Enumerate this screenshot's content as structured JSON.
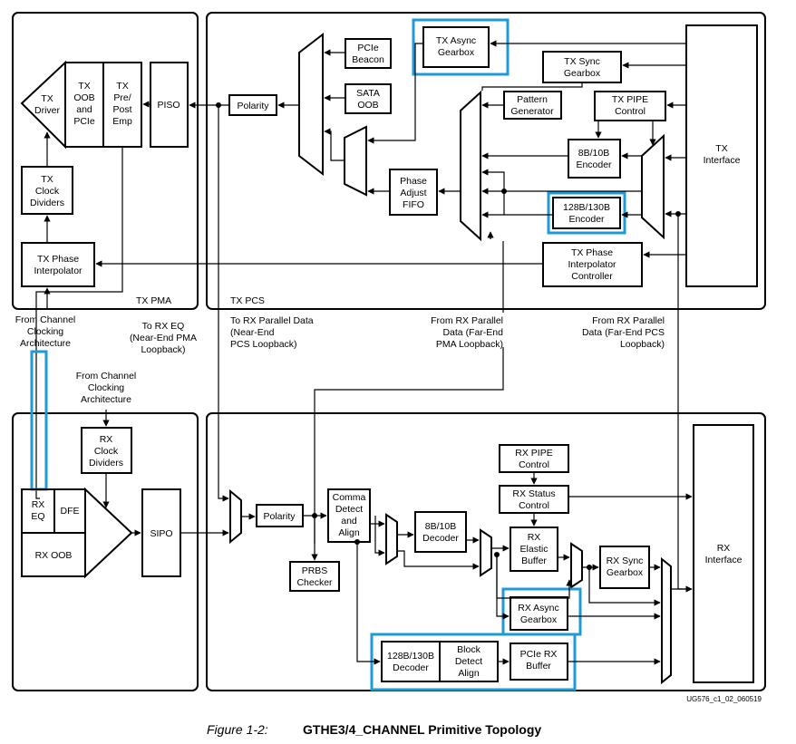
{
  "caption": {
    "figure_label": "Figure 1-2:",
    "title": "GTHE3/4_CHANNEL Primitive Topology"
  },
  "doc_id": "UG576_c1_02_060519",
  "regions": {
    "tx_pma": "TX PMA",
    "tx_pcs": "TX PCS"
  },
  "blocks": {
    "tx_driver": [
      "TX",
      "Driver"
    ],
    "tx_oob_pcie": [
      "TX",
      "OOB",
      "and",
      "PCIe"
    ],
    "tx_pre_post_emp": [
      "TX",
      "Pre/",
      "Post",
      "Emp"
    ],
    "piso": [
      "PISO"
    ],
    "tx_clock_dividers": [
      "TX",
      "Clock",
      "Dividers"
    ],
    "tx_phase_interpolator": [
      "TX Phase",
      "Interpolator"
    ],
    "polarity_tx": [
      "Polarity"
    ],
    "pcie_beacon": [
      "PCIe",
      "Beacon"
    ],
    "sata_oob": [
      "SATA",
      "OOB"
    ],
    "tx_async_gearbox": [
      "TX Async",
      "Gearbox"
    ],
    "tx_sync_gearbox": [
      "TX Sync",
      "Gearbox"
    ],
    "pattern_generator": [
      "Pattern",
      "Generator"
    ],
    "tx_pipe_control": [
      "TX PIPE",
      "Control"
    ],
    "encoder_8b10b": [
      "8B/10B",
      "Encoder"
    ],
    "phase_adjust_fifo": [
      "Phase",
      "Adjust",
      "FIFO"
    ],
    "encoder_128b130b": [
      "128B/130B",
      "Encoder"
    ],
    "tx_phase_interp_controller": [
      "TX Phase",
      "Interpolator",
      "Controller"
    ],
    "tx_interface": [
      "TX",
      "Interface"
    ],
    "rx_clock_dividers": [
      "RX",
      "Clock",
      "Dividers"
    ],
    "rx_eq": [
      "RX",
      "EQ"
    ],
    "dfe": [
      "DFE"
    ],
    "rx_oob": [
      "RX OOB"
    ],
    "sipo": [
      "SIPO"
    ],
    "polarity_rx": [
      "Polarity"
    ],
    "comma_detect": [
      "Comma",
      "Detect",
      "and",
      "Align"
    ],
    "prbs_checker": [
      "PRBS",
      "Checker"
    ],
    "decoder_8b10b": [
      "8B/10B",
      "Decoder"
    ],
    "rx_pipe_control": [
      "RX PIPE",
      "Control"
    ],
    "rx_status_control": [
      "RX Status",
      "Control"
    ],
    "rx_elastic_buffer": [
      "RX",
      "Elastic",
      "Buffer"
    ],
    "rx_sync_gearbox": [
      "RX Sync",
      "Gearbox"
    ],
    "rx_async_gearbox": [
      "RX Async",
      "Gearbox"
    ],
    "decoder_128b130b": [
      "128B/130B",
      "Decoder"
    ],
    "block_detect_align": [
      "Block",
      "Detect",
      "Align"
    ],
    "pcie_rx_buffer": [
      "PCIe RX",
      "Buffer"
    ],
    "rx_interface": [
      "RX",
      "Interface"
    ]
  },
  "annotations": {
    "from_channel_clocking_1": [
      "From Channel",
      "Clocking",
      "Architecture"
    ],
    "to_rx_eq": [
      "To RX EQ",
      "(Near-End PMA",
      "Loopback)"
    ],
    "to_rx_parallel": [
      "To RX Parallel Data",
      "(Near-End",
      "PCS Loopback)"
    ],
    "from_rx_parallel_pma": [
      "From RX Parallel",
      "Data (Far-End",
      "PMA Loopback)"
    ],
    "from_rx_parallel_pcs": [
      "From RX Parallel",
      "Data (Far-End PCS",
      "Loopback)"
    ],
    "from_channel_clocking_2": [
      "From Channel",
      "Clocking",
      "Architecture"
    ]
  },
  "colors": {
    "highlight": "#1e9bd7",
    "line": "#000000"
  }
}
